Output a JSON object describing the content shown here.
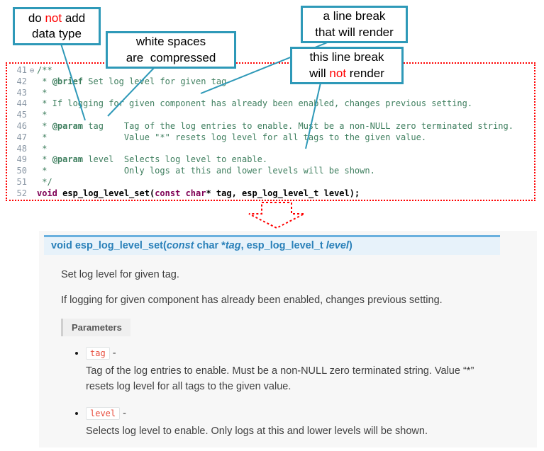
{
  "colors": {
    "callout-border": "#2E99B8",
    "connector": "#2E99B8",
    "red-accent": "#FF0000",
    "code-comment": "#3F7F5F",
    "code-keyword": "#7F0055",
    "panel-bg": "#F7F7F7",
    "signature-bg": "#E7F2FA",
    "signature-border": "#6AB0DE",
    "signature-text": "#2980B9",
    "literal-red": "#E74C3C",
    "body-text": "#404040",
    "params-header-bg": "#EFEFEF"
  },
  "callouts": [
    {
      "name": "callout-no-datatype",
      "lines": [
        [
          {
            "t": "do "
          },
          {
            "t": "not",
            "red": true
          },
          {
            "t": " add"
          }
        ],
        [
          {
            "t": "data type"
          }
        ]
      ]
    },
    {
      "name": "callout-whitespace",
      "lines": [
        [
          {
            "t": "white spaces"
          }
        ],
        [
          {
            "t": "are  compressed"
          }
        ]
      ]
    },
    {
      "name": "callout-break-renders",
      "lines": [
        [
          {
            "t": "a line break"
          }
        ],
        [
          {
            "t": "that will render"
          }
        ]
      ]
    },
    {
      "name": "callout-break-not-render",
      "lines": [
        [
          {
            "t": "this line break"
          }
        ],
        [
          {
            "t": "will "
          },
          {
            "t": "not",
            "red": true
          },
          {
            "t": " render"
          }
        ]
      ]
    }
  ],
  "code": {
    "lines": [
      {
        "num": "41",
        "fold": "⊖",
        "segs": [
          {
            "t": "/**",
            "s": "c"
          }
        ]
      },
      {
        "num": "42",
        "segs": [
          {
            "t": " * ",
            "s": "c"
          },
          {
            "t": "@brief",
            "s": "d"
          },
          {
            "t": " Set log level for given tag",
            "s": "c"
          }
        ]
      },
      {
        "num": "43",
        "segs": [
          {
            "t": " *",
            "s": "c"
          }
        ]
      },
      {
        "num": "44",
        "segs": [
          {
            "t": " * If logging for given component has already been enabled, changes previous setting.",
            "s": "c"
          }
        ]
      },
      {
        "num": "45",
        "segs": [
          {
            "t": " *",
            "s": "c"
          }
        ]
      },
      {
        "num": "46",
        "segs": [
          {
            "t": " * ",
            "s": "c"
          },
          {
            "t": "@param",
            "s": "d"
          },
          {
            "t": " tag    Tag of the log entries to enable. Must be a non-NULL zero terminated string.",
            "s": "c"
          }
        ]
      },
      {
        "num": "47",
        "segs": [
          {
            "t": " *               Value \"*\" resets log level for all tags to the given value.",
            "s": "c"
          }
        ]
      },
      {
        "num": "48",
        "segs": [
          {
            "t": " *",
            "s": "c"
          }
        ]
      },
      {
        "num": "49",
        "segs": [
          {
            "t": " * ",
            "s": "c"
          },
          {
            "t": "@param",
            "s": "d"
          },
          {
            "t": " level  Selects log level to enable.",
            "s": "c"
          }
        ]
      },
      {
        "num": "50",
        "segs": [
          {
            "t": " *               Only logs at this and lower levels will be shown.",
            "s": "c"
          }
        ]
      },
      {
        "num": "51",
        "segs": [
          {
            "t": " */",
            "s": "c"
          }
        ]
      },
      {
        "num": "52",
        "segs": [
          {
            "t": "void",
            "s": "k"
          },
          {
            "t": " ",
            "s": "p"
          },
          {
            "t": "esp_log_level_set",
            "s": "f"
          },
          {
            "t": "(",
            "s": "p"
          },
          {
            "t": "const",
            "s": "k"
          },
          {
            "t": " ",
            "s": "p"
          },
          {
            "t": "char",
            "s": "k"
          },
          {
            "t": "* tag, esp_log_level_t level);",
            "s": "p"
          }
        ]
      }
    ]
  },
  "docs": {
    "signature": [
      {
        "t": "void ",
        "s": "kw"
      },
      {
        "t": "esp_log_level_set",
        "s": "name"
      },
      {
        "t": "(",
        "s": "pl"
      },
      {
        "t": "const",
        "s": "itb"
      },
      {
        "t": "  char *",
        "s": "pl"
      },
      {
        "t": "tag",
        "s": "itb"
      },
      {
        "t": ", ",
        "s": "pl"
      },
      {
        "t": "esp_log_level_t ",
        "s": "pl"
      },
      {
        "t": "level",
        "s": "itb"
      },
      {
        "t": ")",
        "s": "pl"
      }
    ],
    "brief": "Set log level for given tag.",
    "detail": "If logging for given component has already been enabled, changes previous setting.",
    "parameters_label": "Parameters",
    "params": [
      {
        "name": "tag",
        "sep": " -",
        "desc": "Tag of the log entries to enable. Must be a non-NULL zero terminated string. Value “*” resets log level for all tags to the given value."
      },
      {
        "name": "level",
        "sep": " -",
        "desc": "Selects log level to enable. Only logs at this and lower levels will be shown."
      }
    ]
  }
}
